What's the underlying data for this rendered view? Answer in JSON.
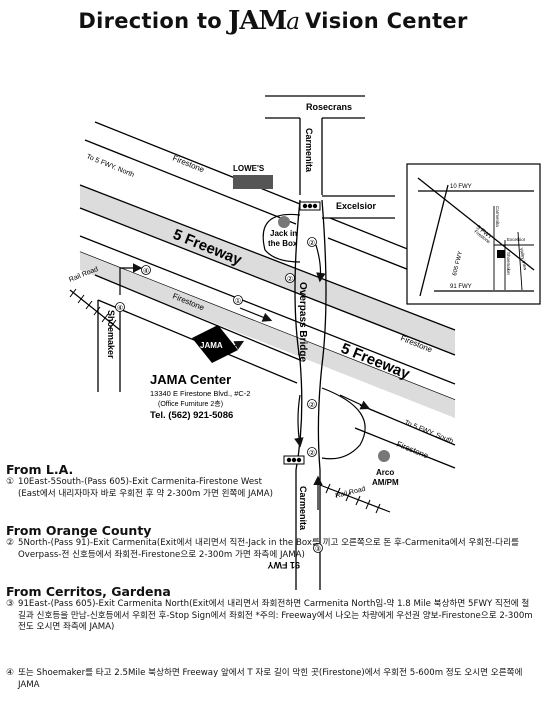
{
  "header": {
    "title_prefix": "Direction to",
    "brand_main": "JAM",
    "brand_tail": "a",
    "title_suffix": "Vision Center"
  },
  "map": {
    "roads": {
      "rosecrans": "Rosecrans",
      "carmenita_north": "Carmenita",
      "carmenita_south": "Carmenita",
      "excelsior": "Excelsior",
      "firestone_nw": "Firestone",
      "firestone_mid": "Firestone",
      "firestone_e": "Firestone",
      "firestone_se": "Firestone",
      "freeway_w": "5 Freeway",
      "freeway_e": "5 Freeway",
      "overpass": "Overpass Bridge",
      "shoemaker": "Shoemaker",
      "rail_w": "Rail Road",
      "rail_e": "Rail Road",
      "to_north": "To 5 FWY. North",
      "to_south": "To 5 FWY. South",
      "fwy91": "91 FWY"
    },
    "landmarks": {
      "lowes": "LOWE'S",
      "jack1": "Jack in",
      "jack2": "the Box",
      "arco1": "Arco",
      "arco2": "AM/PM",
      "jama_box": "JAMA",
      "center_title": "JAMA Center",
      "address": "13340 E Firestone Blvd., #C-2",
      "office": "(Office Furniture 2층)",
      "tel": "Tel. (562) 921-5086"
    },
    "inset": {
      "fwy10": "10 FWY",
      "fwy605": "605 FWY",
      "fwy91": "91 FWY",
      "fwy5": "5 FWY",
      "carmenita": "Carmenita",
      "valley_view": "Valley View",
      "shoemaker": "Shoemaker",
      "firestone": "Firestone",
      "excelsior": "Excelsior"
    },
    "markers": [
      "①",
      "②",
      "③",
      "④"
    ]
  },
  "directions": [
    {
      "heading": "From L.A.",
      "num": "①",
      "text": "10East-5South-(Pass 605)-Exit Carmenita-Firestone West",
      "sub": "(East에서 내리자마자 바로 우회전 후 약 2-300m 가면 왼쪽에 JAMA)"
    },
    {
      "heading": "From Orange County",
      "num": "②",
      "text": "5North-(Pass 91)-Exit Carmenita(Exit에서 내리면서 직전-Jack in the Box를 끼고 오른쪽으로 돈 후-Carmenita에서 우회전-다리를 Overpass-전 신호등에서 좌회전-Firestone으로 2-300m 가면 좌측에 JAMA)",
      "sub": ""
    },
    {
      "heading": "From Cerritos, Gardena",
      "num": "③",
      "text": "91East-(Pass 605)-Exit Carmenita North(Exit에서 내리면서 좌회전하면 Carmenita North임-약 1.8 Mile 북상하면 5FWY 직전에 철길과 신호등을 만남-신호등에서 우회전 후-Stop Sign에서 좌회전 *주의: Freeway에서 나오는 차량에게 우선권 양보-Firestone으로 2-300m 전도 오시면 좌측에 JAMA)",
      "sub": ""
    },
    {
      "heading": "",
      "num": "④",
      "text": "또는 Shoemaker를 타고 2.5Mile 북상하면 Freeway 앞에서 T 자로 길이 막힌 곳(Firestone)에서 우회전 5-600m 정도 오시면 오른쪽에 JAMA",
      "sub": ""
    }
  ]
}
